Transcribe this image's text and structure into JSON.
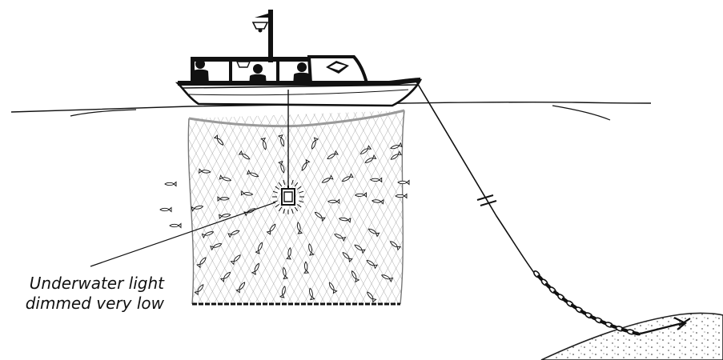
{
  "annotation": {
    "line1": "Underwater light",
    "line2": "dimmed very low"
  },
  "colors": {
    "ink": "#111111",
    "net": "#8a8a8a",
    "sand": "#f4f4f4"
  },
  "icons": [
    "fishing-boat",
    "fisherman",
    "deck-lamp",
    "underwater-lamp",
    "fish",
    "anchor-chain",
    "anchor"
  ]
}
